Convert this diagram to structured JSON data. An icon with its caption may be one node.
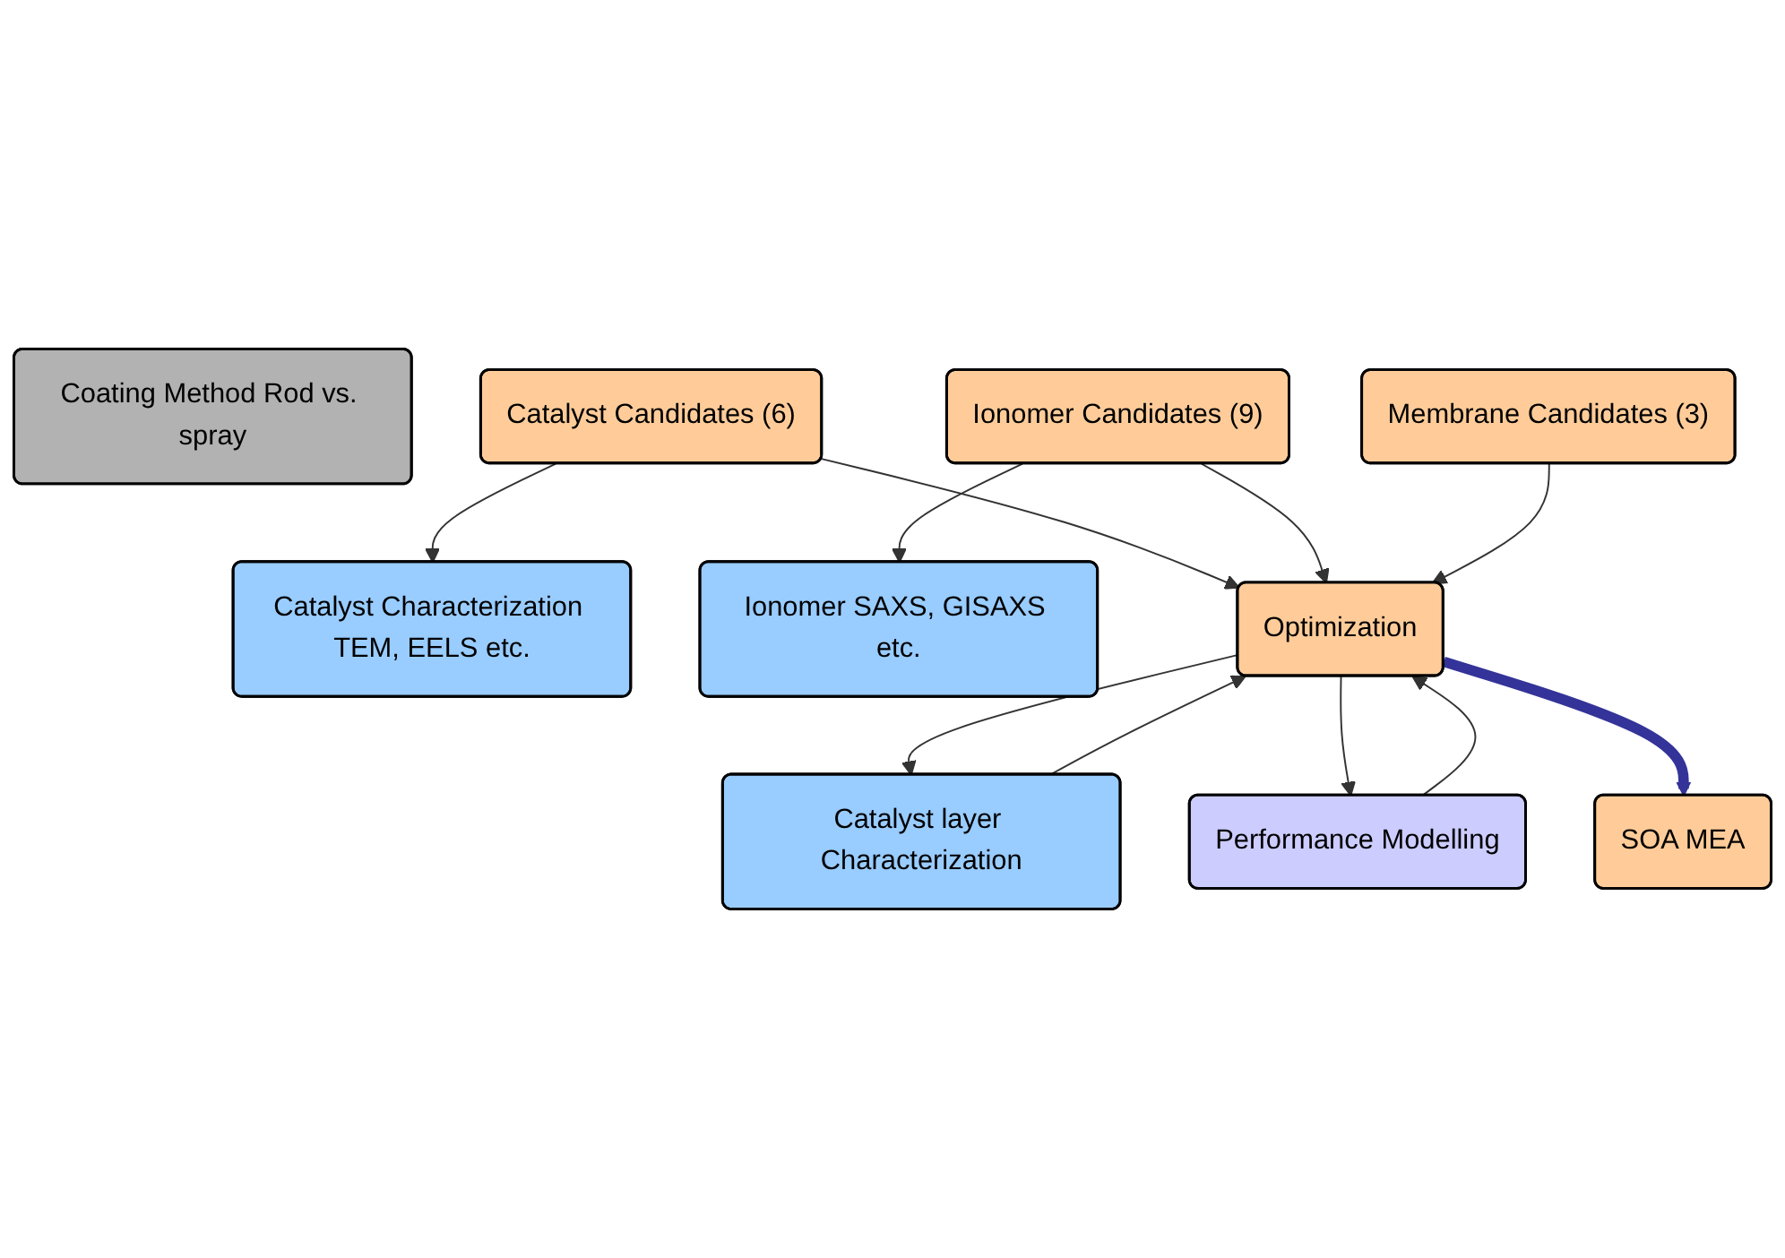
{
  "diagram": {
    "nodes": [
      {
        "text": [
          "Catalyst Characterization TEM, EELS etc."
        ]
      },
      {
        "text": [
          "Ionomer SAXS, GISAXS etc."
        ]
      },
      {
        "text": [
          "Coating Method Rod vs. spray"
        ]
      },
      {
        "text": [
          "Catalyst Candidates (6)"
        ]
      },
      {
        "text": [
          "Ionomer Candidates (9)"
        ]
      },
      {
        "text": [
          "Membrane Candidates (3)"
        ]
      },
      {
        "text": [
          "Catalyst layer Characterization"
        ]
      },
      {
        "text": [
          "Optimization"
        ]
      },
      {
        "text": [
          "Performance Modelling"
        ]
      },
      {
        "text": [
          "SOA MEA"
        ]
      }
    ],
    "edges": [
      {
        "from": 3,
        "to": 0,
        "arrow": "to"
      },
      {
        "from": 4,
        "to": 1,
        "arrow": "to"
      },
      {
        "from": 3,
        "to": 7,
        "arrow": "to"
      },
      {
        "from": 4,
        "to": 7,
        "arrow": "to"
      },
      {
        "from": 5,
        "to": 7,
        "arrow": "to"
      },
      {
        "from": 7,
        "to": 6,
        "arrow": "to"
      },
      {
        "from": 6,
        "to": 7,
        "arrow": "to"
      },
      {
        "from": 8,
        "to": 7,
        "arrow": "to"
      },
      {
        "from": 7,
        "to": 8,
        "arrow": "to"
      },
      {
        "from": 7,
        "to": 9,
        "arrow": "to",
        "style": "thick",
        "color": "#333399"
      }
    ]
  }
}
